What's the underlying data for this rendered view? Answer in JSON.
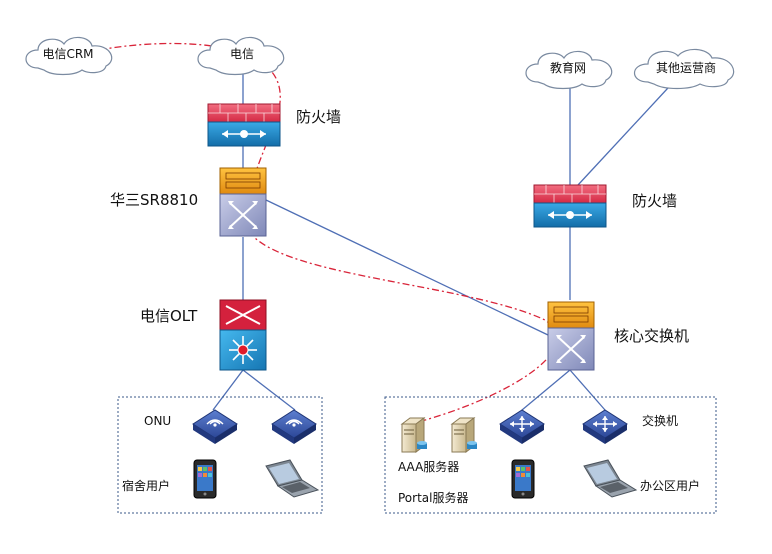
{
  "clouds": {
    "crm": "电信CRM",
    "telecom": "电信",
    "edu": "教育网",
    "other_isp": "其他运营商"
  },
  "devices": {
    "firewall_left": "防火墙",
    "router": "华三SR8810",
    "olt": "电信OLT",
    "firewall_right": "防火墙",
    "core_switch": "核心交换机"
  },
  "dorm_area": {
    "onu": "ONU",
    "users": "宿舍用户"
  },
  "office_area": {
    "aaa_server": "AAA服务器",
    "portal_server": "Portal服务器",
    "switch": "交换机",
    "users": "办公区用户"
  },
  "colors": {
    "link": "#4f6fb5",
    "auth_path": "#d9253a",
    "firewall_brick": "#e0405a",
    "firewall_body": "#1f86c4",
    "router_top": "#f0a020",
    "switch_body": "#9aa3c9",
    "olt_top": "#d4213d",
    "olt_body": "#2a9bd3",
    "onu": "#3b5bab"
  }
}
